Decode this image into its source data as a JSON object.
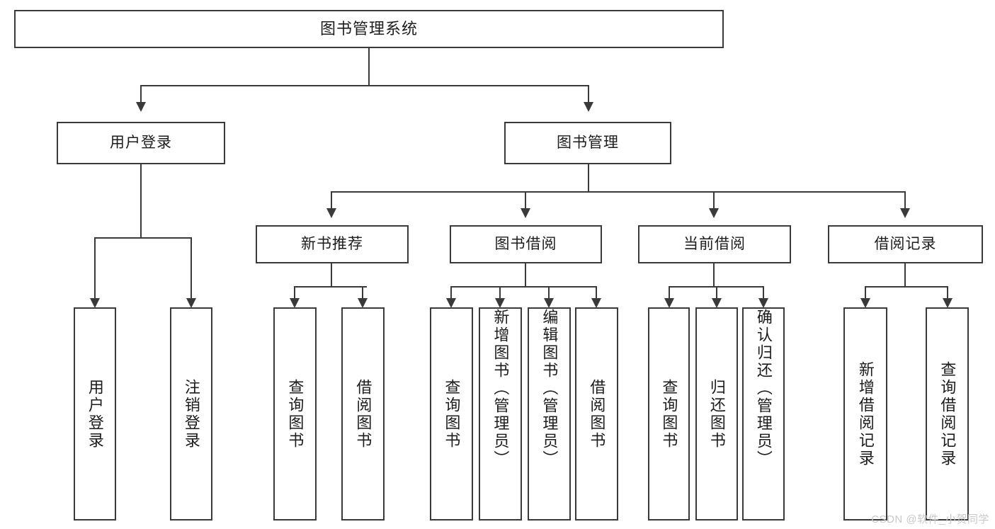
{
  "diagram": {
    "type": "tree-hierarchy",
    "title": "图书管理系统",
    "watermark": "CSDN @软件_小贺同学",
    "colors": {
      "stroke": "#3a3a3a",
      "fill": "#ffffff",
      "text": "#1c1c1c",
      "watermark": "#c9c9c9"
    },
    "levels": {
      "root": {
        "label": "图书管理系统"
      },
      "level2": [
        {
          "id": "user-login",
          "label": "用户登录"
        },
        {
          "id": "book-manage",
          "label": "图书管理"
        }
      ],
      "level3": [
        {
          "id": "new-book-recommend",
          "label": "新书推荐"
        },
        {
          "id": "book-borrow",
          "label": "图书借阅"
        },
        {
          "id": "current-borrow",
          "label": "当前借阅"
        },
        {
          "id": "borrow-record",
          "label": "借阅记录"
        }
      ],
      "leaves": {
        "user_login": [
          {
            "id": "leaf-user-login",
            "label": "用户登录"
          },
          {
            "id": "leaf-logout-login",
            "label": "注销登录"
          }
        ],
        "new_book_recommend": [
          {
            "id": "leaf-query-book-1",
            "label": "查询图书"
          },
          {
            "id": "leaf-borrow-book-1",
            "label": "借阅图书"
          }
        ],
        "book_borrow": [
          {
            "id": "leaf-query-book-2",
            "label": "查询图书"
          },
          {
            "id": "leaf-add-book-admin",
            "label": "新增图书（管理员）"
          },
          {
            "id": "leaf-edit-book-admin",
            "label": "编辑图书（管理员）"
          },
          {
            "id": "leaf-borrow-book-2",
            "label": "借阅图书"
          }
        ],
        "current_borrow": [
          {
            "id": "leaf-query-book-3",
            "label": "查询图书"
          },
          {
            "id": "leaf-return-book",
            "label": "归还图书"
          },
          {
            "id": "leaf-confirm-return-admin",
            "label": "确认归还（管理员）"
          }
        ],
        "borrow_record": [
          {
            "id": "leaf-add-borrow-record",
            "label": "新增借阅记录"
          },
          {
            "id": "leaf-query-borrow-record",
            "label": "查询借阅记录"
          }
        ]
      }
    }
  }
}
